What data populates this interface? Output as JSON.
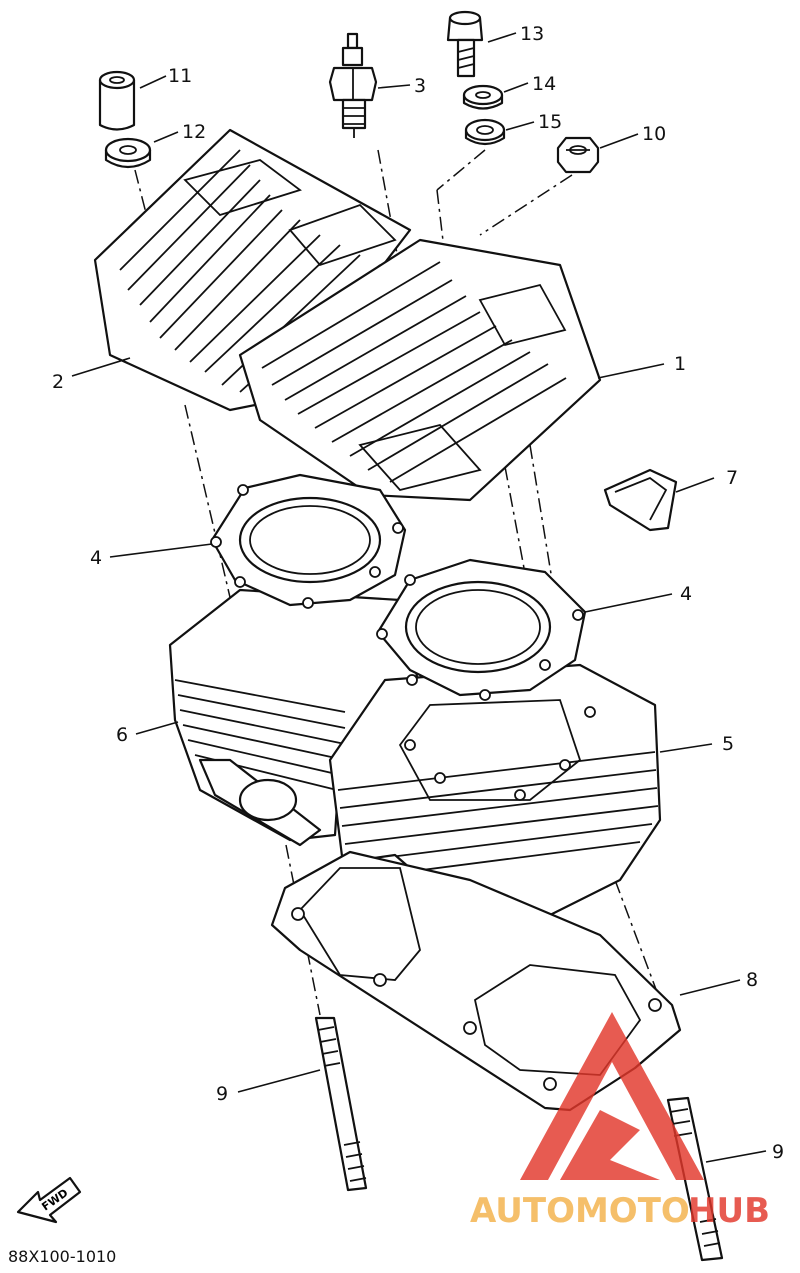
{
  "diagram": {
    "drawing_code": "88X100-1010",
    "fwd_label": "FWD",
    "watermark": {
      "prefix": "AUTOMOTO",
      "suffix": "HUB",
      "prefix_color": "#f4b24a",
      "suffix_color": "#e2382b",
      "logo_color": "#e2382b"
    },
    "callouts": {
      "c1": "1",
      "c2": "2",
      "c3": "3",
      "c4a": "4",
      "c4b": "4",
      "c5": "5",
      "c6": "6",
      "c7": "7",
      "c8": "8",
      "c9a": "9",
      "c9b": "9",
      "c10": "10",
      "c11": "11",
      "c12": "12",
      "c13": "13",
      "c14": "14",
      "c15": "15"
    }
  }
}
